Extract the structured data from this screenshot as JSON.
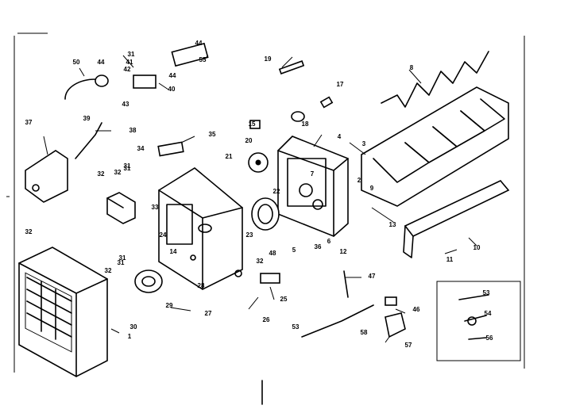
{
  "diagram": {
    "callouts": [
      "50",
      "44",
      "31",
      "41",
      "42",
      "43",
      "40",
      "44",
      "55",
      "44",
      "39",
      "38",
      "37",
      "32",
      "31",
      "35",
      "19",
      "17",
      "15",
      "20",
      "18",
      "4",
      "21",
      "8",
      "34",
      "3",
      "31",
      "32",
      "33",
      "22",
      "7",
      "2",
      "9",
      "13",
      "24",
      "23",
      "6",
      "36",
      "5",
      "48",
      "12",
      "32",
      "31",
      "10",
      "11",
      "32",
      "31",
      "14",
      "32",
      "28",
      "25",
      "47",
      "29",
      "27",
      "26",
      "46",
      "53",
      "54",
      "56",
      "30",
      "1",
      "53",
      "58",
      "57"
    ]
  }
}
